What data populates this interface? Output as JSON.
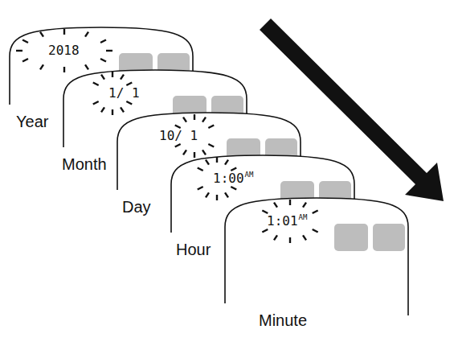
{
  "diagram": {
    "nodes": [
      {
        "text": [
          "2018",
          "Year"
        ]
      },
      {
        "text": [
          "1/ 1",
          "Month"
        ]
      },
      {
        "text": [
          "10/ 1",
          "Day"
        ]
      },
      {
        "text": [
          "1:00",
          "AM",
          "Hour"
        ]
      },
      {
        "text": [
          "1:01",
          "AM",
          "Minute"
        ]
      }
    ]
  }
}
